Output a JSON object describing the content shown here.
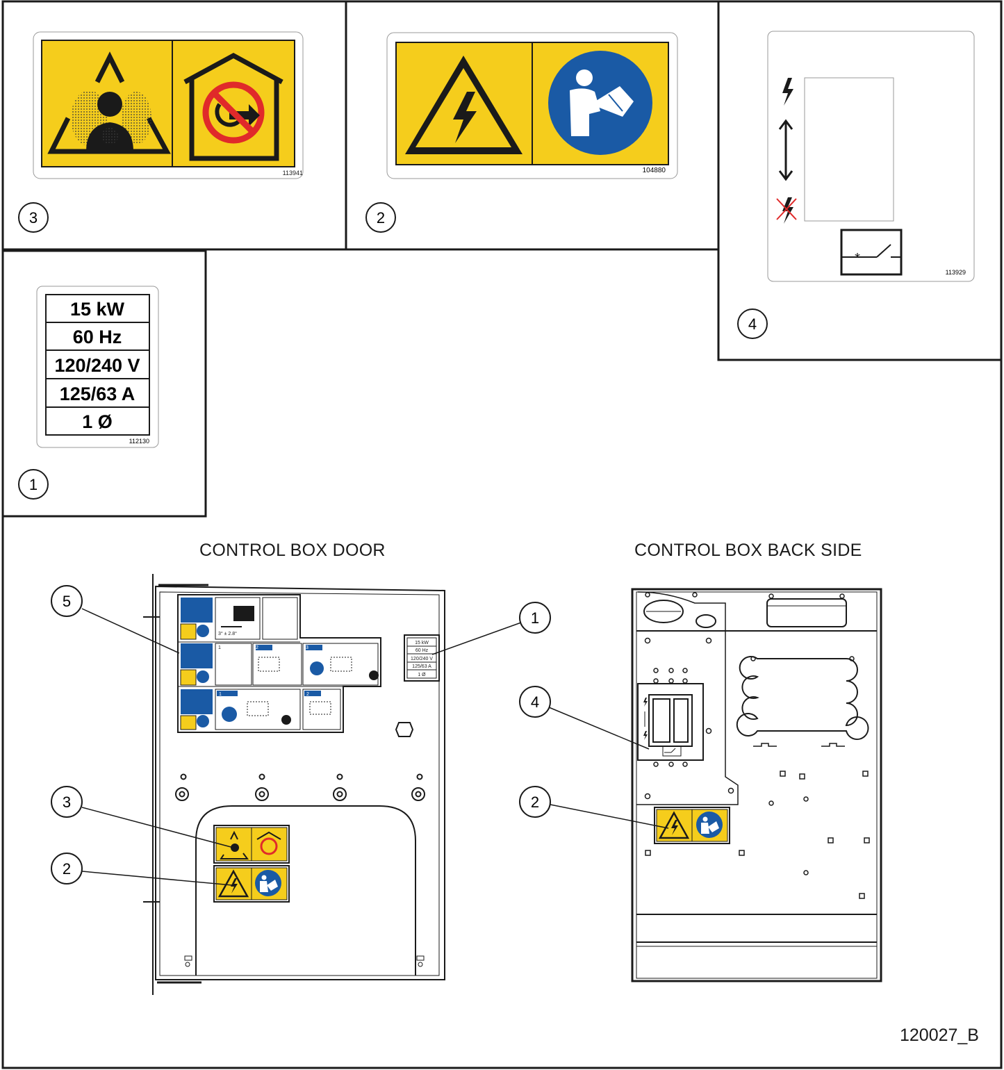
{
  "labels": {
    "decal_3": {
      "callout": "3",
      "part_no": "113941"
    },
    "decal_2": {
      "callout": "2",
      "part_no": "104880"
    },
    "decal_4": {
      "callout": "4",
      "part_no": "113929"
    },
    "decal_1": {
      "callout": "1",
      "part_no": "112130",
      "rows": [
        "15 kW",
        "60 Hz",
        "120/240 V",
        "125/63 A",
        "1 Ø"
      ]
    }
  },
  "views": {
    "door": {
      "title": "CONTROL BOX DOOR",
      "callouts": [
        "5",
        "1",
        "3",
        "2"
      ],
      "mini_decal_rows": [
        "15 kW",
        "60 Hz",
        "120/240 V",
        "125/63 A",
        "1 Ø"
      ],
      "instruction_steps": [
        "1",
        "2",
        "3",
        "1",
        "2"
      ],
      "tolerance_text": "3° ± 2.8°"
    },
    "back": {
      "title": "CONTROL BOX BACK SIDE",
      "callouts": [
        "4",
        "2"
      ]
    }
  },
  "drawing_number": "120027_B",
  "colors": {
    "safety_yellow": "#f5cd1c",
    "mandatory_blue": "#1a5aa5",
    "prohibition_red": "#e02a2a",
    "line": "#1a1a1a"
  },
  "icons": [
    "toxic-fumes-icon",
    "no-indoor-use-icon",
    "electric-shock-warning-icon",
    "read-manual-icon",
    "lightning-icon",
    "double-arrow-icon",
    "crossed-lightning-icon",
    "breaker-switch-icon"
  ]
}
